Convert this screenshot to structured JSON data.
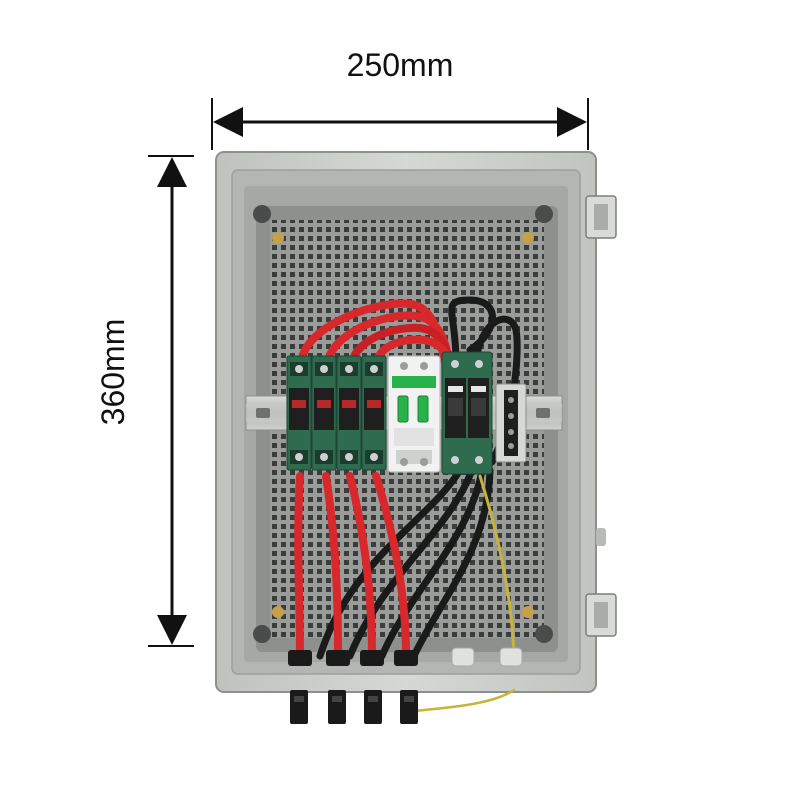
{
  "dimensions": {
    "width_label": "250mm",
    "height_label": "360mm"
  },
  "colors": {
    "enclosure": "#c9ccc8",
    "backplate": "#8f918f",
    "fuse_holder": "#2f6b4f",
    "breaker": "#f2f2f2",
    "breaker_accent": "#27b34a",
    "surge_protector": "#1f1f1f",
    "red_cable": "#d8282b",
    "black_cable": "#1a1a1a",
    "ground_wire": "#c8b43a"
  },
  "components": {
    "fuse_holders": 4,
    "dc_breaker": 1,
    "surge_protector_poles": 2,
    "terminal_block": 1,
    "cable_glands": 4,
    "mc4_connectors": 4,
    "latches": 2
  }
}
